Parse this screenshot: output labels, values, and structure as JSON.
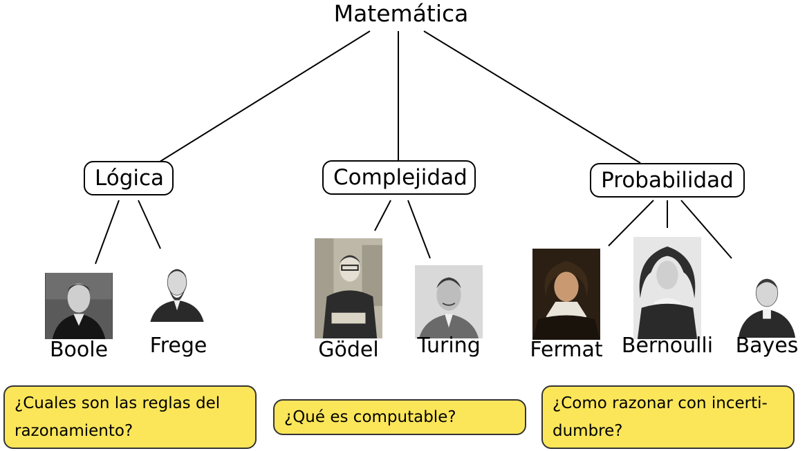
{
  "root": {
    "label": "Matemática"
  },
  "topics": [
    {
      "id": "logica",
      "label": "Lógica"
    },
    {
      "id": "complejidad",
      "label": "Complejidad"
    },
    {
      "id": "probabilidad",
      "label": "Probabilidad"
    }
  ],
  "people": [
    {
      "id": "boole",
      "name": "Boole",
      "photo_icon": "portrait-photo-icon"
    },
    {
      "id": "frege",
      "name": "Frege",
      "photo_icon": "portrait-engraving-icon"
    },
    {
      "id": "godel",
      "name": "Gödel",
      "photo_icon": "portrait-photo-icon"
    },
    {
      "id": "turing",
      "name": "Turing",
      "photo_icon": "portrait-photo-icon"
    },
    {
      "id": "fermat",
      "name": "Fermat",
      "photo_icon": "portrait-painting-icon"
    },
    {
      "id": "bernoulli",
      "name": "Bernoulli",
      "photo_icon": "portrait-engraving-icon"
    },
    {
      "id": "bayes",
      "name": "Bayes",
      "photo_icon": "portrait-engraving-icon"
    }
  ],
  "questions": [
    {
      "id": "q-logica",
      "line1": "¿Cuales son las reglas del",
      "line2": "razonamiento?"
    },
    {
      "id": "q-complejidad",
      "line1": "¿Qué es computable?"
    },
    {
      "id": "q-probabilidad",
      "line1": "¿Como razonar con incerti-",
      "line2": "dumbre?"
    }
  ],
  "colors": {
    "question_bg": "#fbe65a",
    "line": "#000000"
  }
}
